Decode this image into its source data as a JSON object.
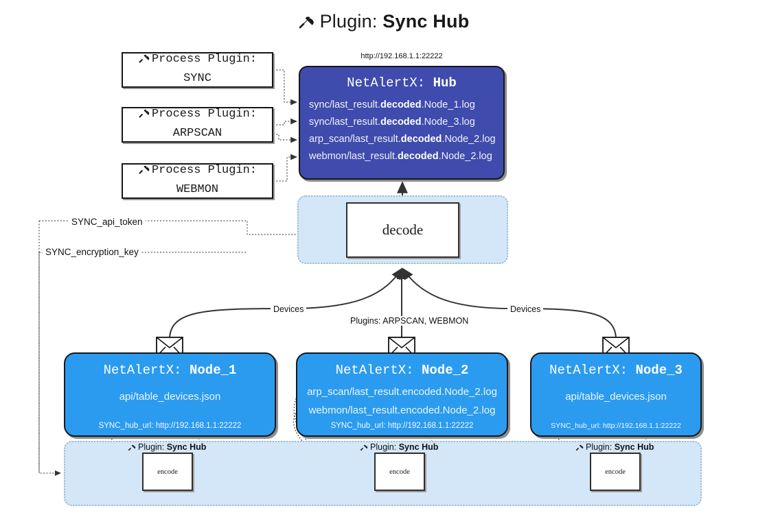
{
  "title": {
    "icon": "plug-icon",
    "prefix": "Plugin:",
    "name": "Sync Hub"
  },
  "hub": {
    "url": "http://192.168.1.1:22222",
    "title_prefix": "NetAlertX:",
    "title_name": "Hub",
    "logs": [
      {
        "pre": "sync/last_result.",
        "mid": "decoded",
        "post": ".Node_1.log"
      },
      {
        "pre": "sync/last_result.",
        "mid": "decoded",
        "post": ".Node_3.log"
      },
      {
        "pre": "arp_scan/last_result.",
        "mid": "decoded",
        "post": ".Node_2.log"
      },
      {
        "pre": "webmon/last_result.",
        "mid": "decoded",
        "post": ".Node_2.log"
      }
    ],
    "color": "#3f4bad"
  },
  "process_plugins": [
    {
      "icon": "plug-icon",
      "line1": "Process Plugin:",
      "line2": "SYNC"
    },
    {
      "icon": "plug-icon",
      "line1": "Process Plugin:",
      "line2": "ARPSCAN"
    },
    {
      "icon": "plug-icon",
      "line1": "Process Plugin:",
      "line2": "WEBMON"
    }
  ],
  "decode": {
    "label": "decode",
    "container_color": "#d4e7f8"
  },
  "secrets": [
    {
      "label": "SYNC_api_token"
    },
    {
      "label": "SYNC_encryption_key"
    }
  ],
  "edge_labels": {
    "devices_left": "Devices",
    "devices_right": "Devices",
    "plugins_center": "Plugins: ARPSCAN, WEBMON"
  },
  "nodes": [
    {
      "title_prefix": "NetAlertX:",
      "title_name": "Node_1",
      "lines": [
        "api/table_devices.json"
      ],
      "foot": "SYNC_hub_url: http://192.168.1.1:22222",
      "envelope": "envelope-icon",
      "color": "#2b9bf0"
    },
    {
      "title_prefix": "NetAlertX:",
      "title_name": "Node_2",
      "lines": [
        "arp_scan/last_result.encoded.Node_2.log",
        "webmon/last_result.encoded.Node_2.log"
      ],
      "foot": "SYNC_hub_url: http://192.168.1.1:22222",
      "envelope": "envelope-icon",
      "color": "#2b9bf0"
    },
    {
      "title_prefix": "NetAlertX:",
      "title_name": "Node_3",
      "lines": [
        "api/table_devices.json"
      ],
      "foot": "SYNC_hub_url: http://192.168.1.1:22222",
      "envelope": "envelope-icon",
      "color": "#2b9bf0"
    }
  ],
  "encoders": [
    {
      "caption_prefix": "Plugin:",
      "caption_name": "Sync Hub",
      "label": "encode",
      "icon": "plug-icon"
    },
    {
      "caption_prefix": "Plugin:",
      "caption_name": "Sync Hub",
      "label": "encode",
      "icon": "plug-icon"
    },
    {
      "caption_prefix": "Plugin:",
      "caption_name": "Sync Hub",
      "label": "encode",
      "icon": "plug-icon"
    }
  ]
}
